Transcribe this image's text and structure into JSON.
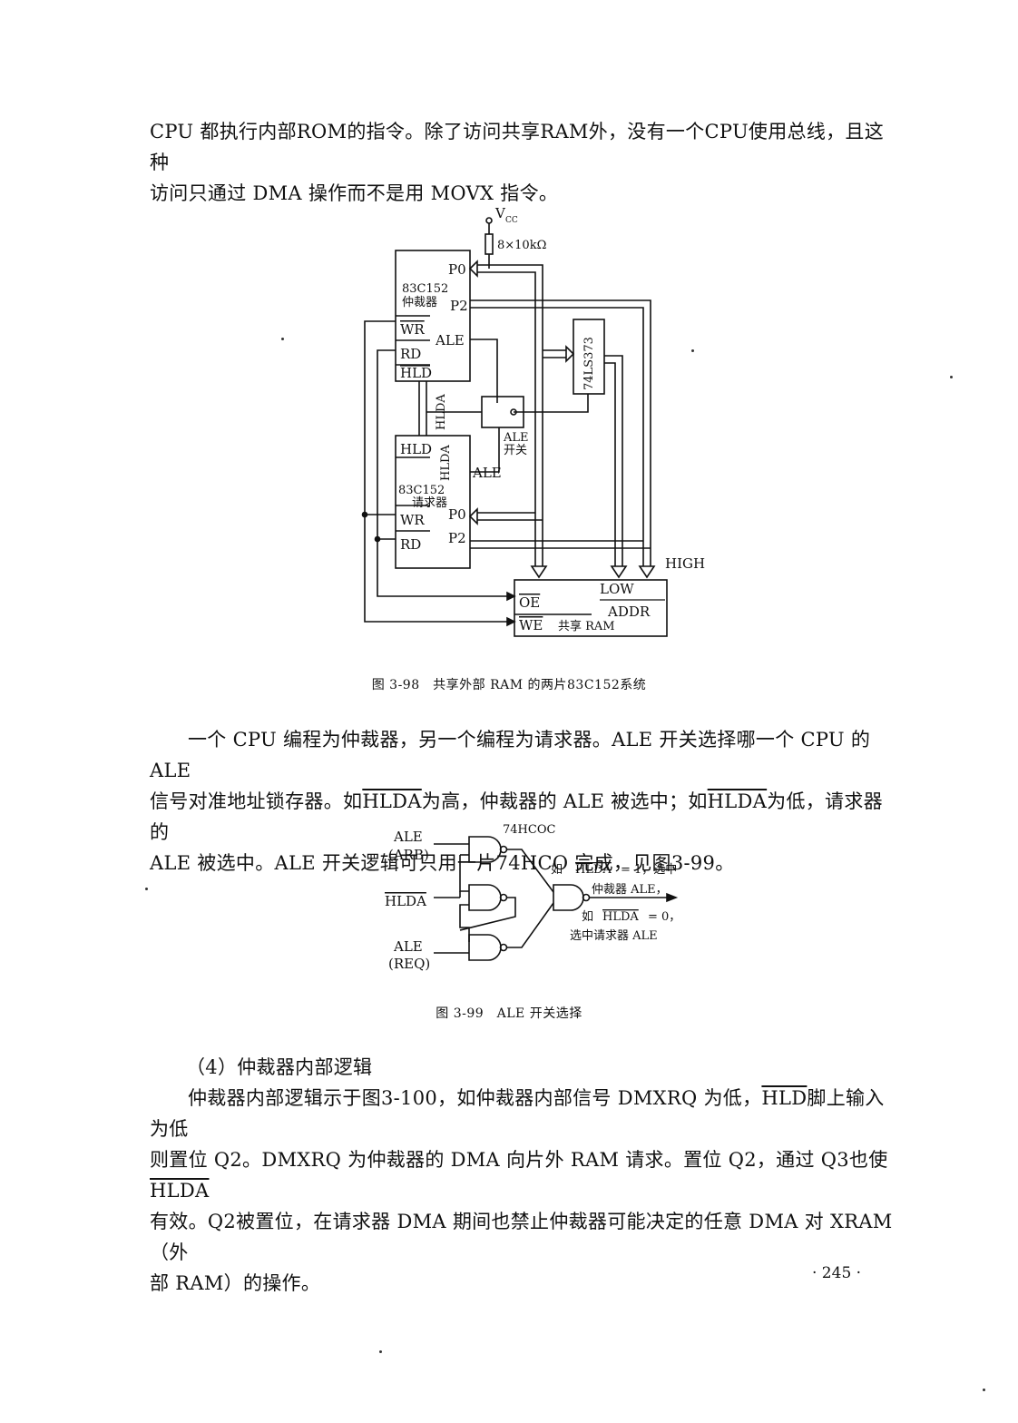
{
  "para1": {
    "line1": "CPU 都执行内部ROM的指令。除了访问共享RAM外，没有一个CPU使用总线，且这种",
    "line2": "访问只通过 DMA 操作而不是用 MOVX 指令。"
  },
  "fig98": {
    "vcc": "V",
    "vcc_sub": "CC",
    "resistor": "8×10kΩ",
    "arbiter": {
      "chip": "83C152",
      "role": "仲裁器",
      "p0": "P0",
      "p2": "P2",
      "wr": "WR",
      "rd": "RD",
      "ale": "ALE",
      "hld": "HLD"
    },
    "latch": "74LS373",
    "hlda_v": "HLDA",
    "switch_label1": "ALE",
    "switch_label2": "开关",
    "requester": {
      "hld": "HLD",
      "hlda": "HLDA",
      "ale": "ALE",
      "chip": "83C152",
      "role": "请求器",
      "p0": "P0",
      "wr": "WR",
      "rd": "RD",
      "p2": "P2"
    },
    "high": "HIGH",
    "ram": {
      "oe": "OE",
      "we": "WE",
      "low": "LOW",
      "addr": "ADDR",
      "name": "共享 RAM"
    },
    "caption": "图 3-98　共享外部 RAM 的两片83C152系统"
  },
  "para2": {
    "l1": "一个 CPU 编程为仲裁器，另一个编程为请求器。ALE 开关选择哪一个 CPU 的 ALE",
    "l2a": "信号对准地址锁存器。如",
    "l2b": "HLDA",
    "l2c": "为高，仲裁器的 ALE 被选中；如",
    "l2d": "HLDA",
    "l2e": "为低，请求器的",
    "l3": "ALE 被选中。ALE 开关逻辑可只用一片74HCO 完成，见图3-99。"
  },
  "fig99": {
    "chip": "74HCOC",
    "in1a": "ALE",
    "in1b": "(ARB)",
    "in2": "HLDA",
    "in3a": "ALE",
    "in3b": "(REQ)",
    "out1a": "如",
    "out1b": "HLDA",
    "out1c": "= 1，选中",
    "out2": "仲裁器 ALE，",
    "out3a": "如",
    "out3b": "HLDA",
    "out3c": "= 0，",
    "out4": "选中请求器 ALE",
    "caption": "图 3-99　ALE 开关选择"
  },
  "section": {
    "heading": "（4）仲裁器内部逻辑",
    "p1a": "仲裁器内部逻辑示于图3-100，如仲裁器内部信号 DMXRQ 为低，",
    "p1b": "HLD",
    "p1c": "脚上输入为低",
    "p2a": "则置位 Q2。DMXRQ 为仲裁器的 DMA 向片外 RAM 请求。置位 Q2，通过 Q3也使",
    "p2b": "HLDA",
    "p3": "有效。Q2被置位，在请求器 DMA 期间也禁止仲裁器可能决定的任意 DMA 对 XRAM（外",
    "p4": "部 RAM）的操作。"
  },
  "page_number": "· 245 ·"
}
